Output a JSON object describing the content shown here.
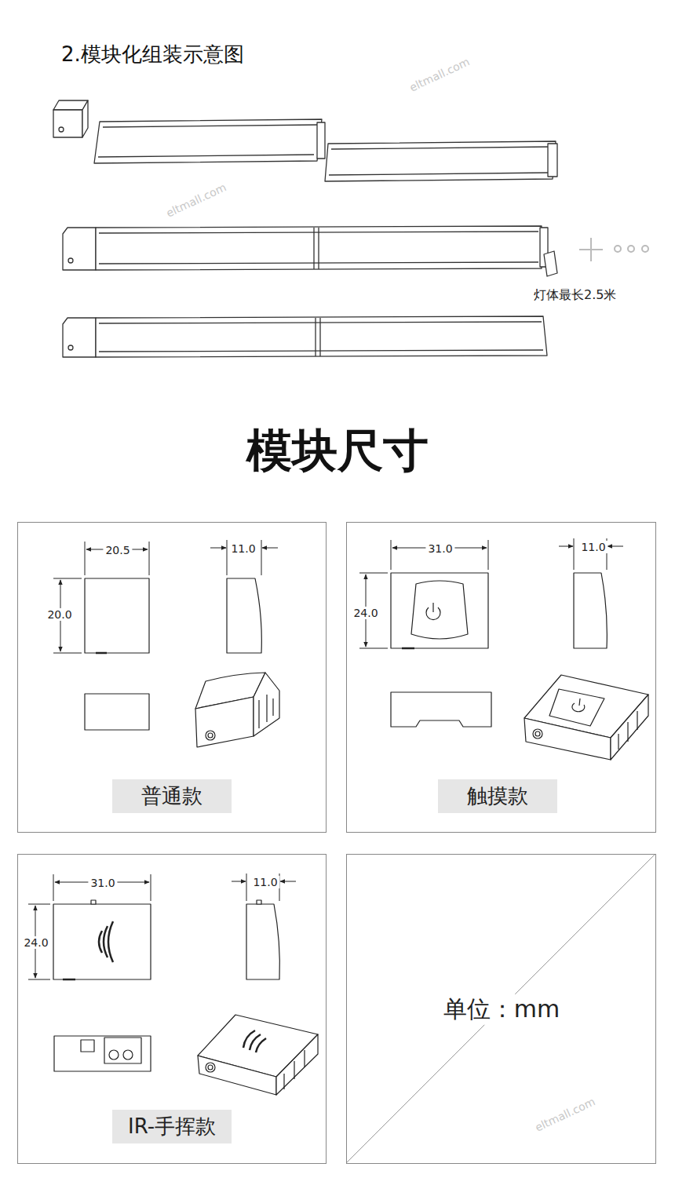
{
  "diagram": {
    "title": "2.模块化组装示意图",
    "nodes": [
      {
        "text": [
          "20.5",
          "11.0",
          "20.0"
        ]
      },
      {
        "text": [
          "普通款"
        ],
        "in": 0
      },
      {
        "text": [
          "31.0",
          "11.0",
          "24.0"
        ]
      },
      {
        "text": [
          "触摸款"
        ],
        "in": 2
      },
      {
        "text": [
          "31.0",
          "11.0",
          "24.0"
        ]
      },
      {
        "text": [
          "IR-手挥款"
        ],
        "in": 4
      },
      {
        "text": [
          "单位：mm"
        ]
      }
    ],
    "labels": [
      "灯体最长2.5米",
      "模块尺寸",
      "eltmall.com",
      "eltmall.com",
      "eltmall.com"
    ]
  }
}
